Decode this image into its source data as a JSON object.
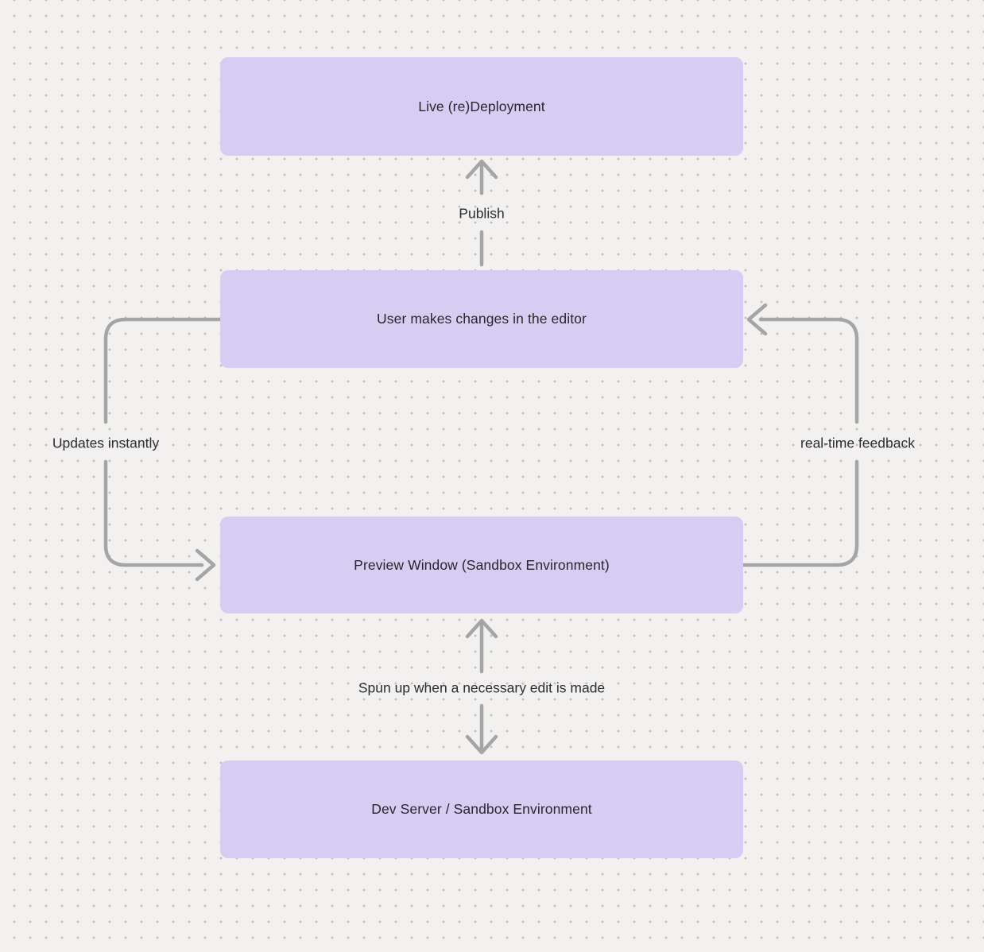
{
  "diagram": {
    "type": "flowchart",
    "background": "#f2f1f0",
    "colors": {
      "dot_grid": "#c2c2c0",
      "node_fill": "#d7cdf3",
      "node_text": "#27272d",
      "arrow": "#a5a5a5",
      "edge_label_text": "#2c2c31"
    },
    "nodes": [
      {
        "id": "live-redeployment",
        "label": "Live (re)Deployment"
      },
      {
        "id": "user-changes",
        "label": "User makes changes in the editor"
      },
      {
        "id": "preview-window",
        "label": "Preview Window (Sandbox Environment)"
      },
      {
        "id": "dev-server",
        "label": "Dev Server / Sandbox Environment"
      }
    ],
    "edges": [
      {
        "id": "publish",
        "label": "Publish",
        "from": "User makes changes in the editor",
        "to": "Live (re)Deployment",
        "direction": "up"
      },
      {
        "id": "updates-instantly",
        "label": "Updates instantly",
        "from": "User makes changes in the editor",
        "to": "Preview Window (Sandbox Environment)",
        "direction": "left-loop-down"
      },
      {
        "id": "real-time-feedback",
        "label": "real-time feedback",
        "from": "Preview Window (Sandbox Environment)",
        "to": "User makes changes in the editor",
        "direction": "right-loop-up"
      },
      {
        "id": "spun-up",
        "label": "Spun up when a necessary edit is made",
        "from": "Dev Server / Sandbox Environment",
        "to": "Preview Window (Sandbox Environment)",
        "direction": "both"
      }
    ]
  }
}
